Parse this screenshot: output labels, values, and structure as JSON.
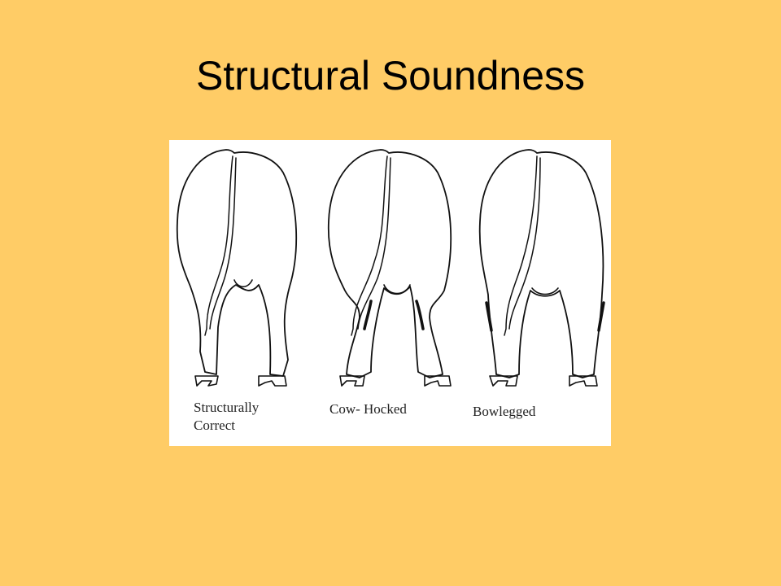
{
  "slide": {
    "title": "Structural Soundness"
  },
  "figure": {
    "captions": [
      {
        "line1": "Structurally",
        "line2": "Correct"
      },
      {
        "line1": "Cow- Hocked",
        "line2": ""
      },
      {
        "line1": "Bowlegged",
        "line2": ""
      }
    ]
  },
  "colors": {
    "background": "#FFCC66",
    "panel": "#FFFFFF",
    "ink": "#111111"
  }
}
